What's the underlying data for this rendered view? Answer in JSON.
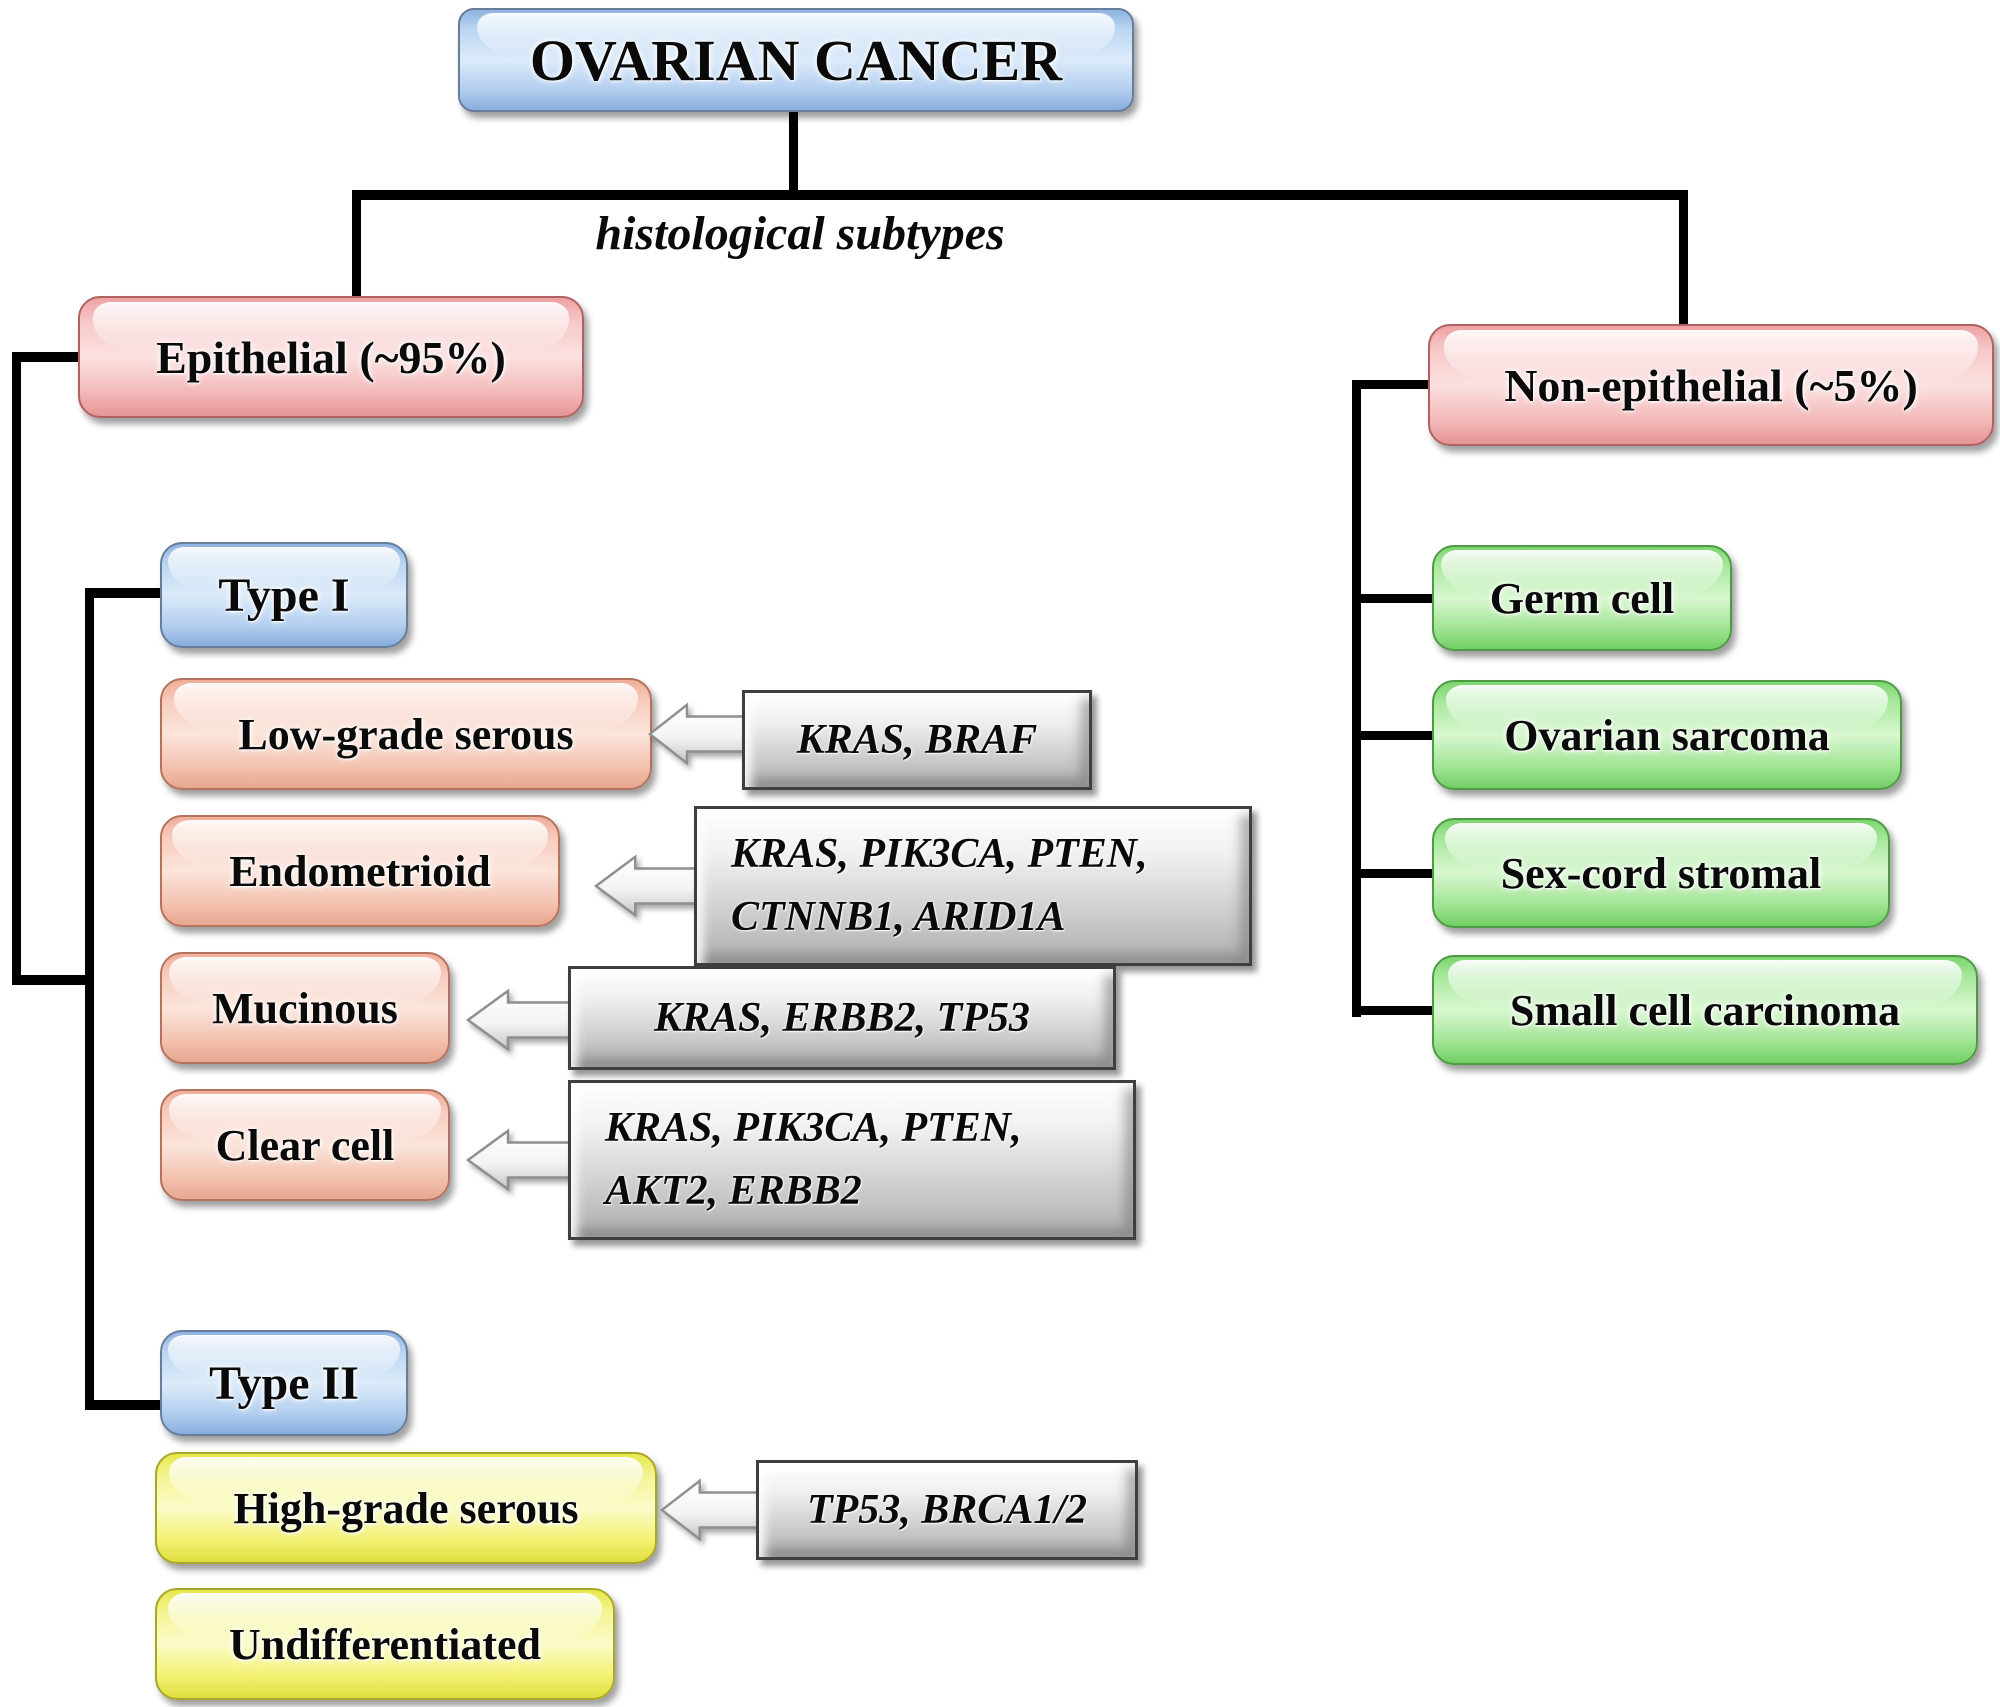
{
  "root": {
    "label": "OVARIAN CANCER"
  },
  "subtitle": "histological subtypes",
  "epithelial": {
    "label": "Epithelial (~95%)"
  },
  "non_epithelial": {
    "label": "Non-epithelial (~5%)"
  },
  "type_i": {
    "label": "Type I",
    "subtypes": [
      {
        "label": "Low-grade serous",
        "gene_lines": [
          "KRAS, BRAF"
        ]
      },
      {
        "label": "Endometrioid",
        "gene_lines": [
          "KRAS, PIK3CA, PTEN,",
          "CTNNB1, ARID1A"
        ]
      },
      {
        "label": "Mucinous",
        "gene_lines": [
          "KRAS, ERBB2, TP53"
        ]
      },
      {
        "label": "Clear cell",
        "gene_lines": [
          "KRAS, PIK3CA, PTEN,",
          "AKT2, ERBB2"
        ]
      }
    ]
  },
  "type_ii": {
    "label": "Type II",
    "subtypes": [
      {
        "label": "High-grade serous",
        "gene_lines": [
          "TP53, BRCA1/2"
        ]
      },
      {
        "label": "Undifferentiated",
        "gene_lines": []
      }
    ]
  },
  "non_epithelial_subtypes": [
    {
      "label": "Germ cell"
    },
    {
      "label": "Ovarian sarcoma"
    },
    {
      "label": "Sex-cord stromal"
    },
    {
      "label": "Small cell carcinoma"
    }
  ],
  "colors": {
    "connector": "#000000",
    "blue_box": "#c3daf3",
    "pink_box": "#f5bcbc",
    "salmon_box": "#f6c9b6",
    "green_box": "#a9e89d",
    "yellow_box": "#f6f687",
    "gene_box_gray": "#d6d6d6"
  }
}
